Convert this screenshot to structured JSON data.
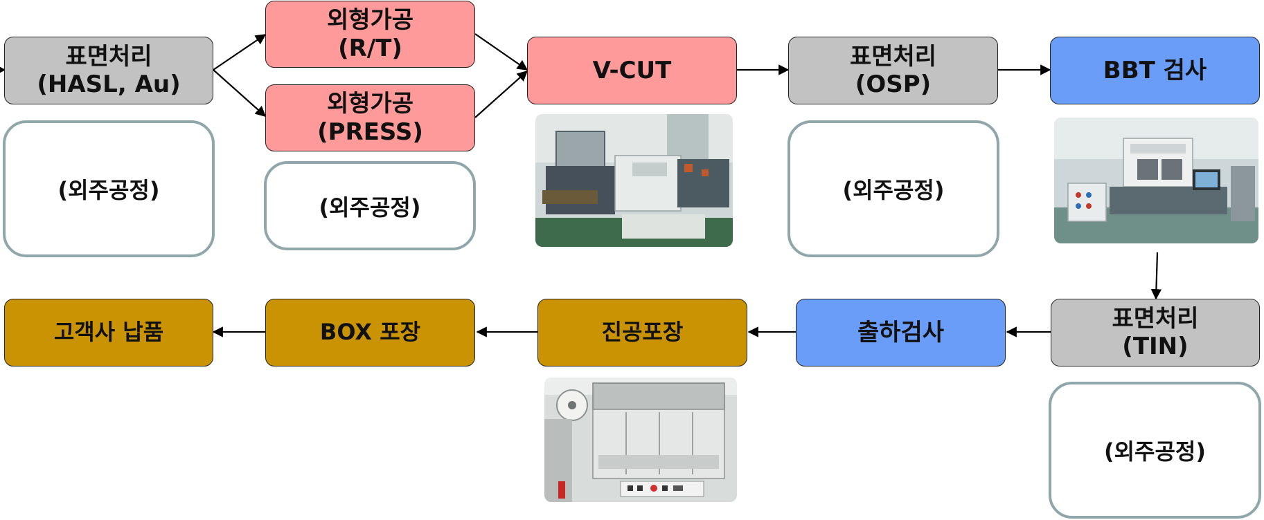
{
  "nodes": {
    "surface_hasl": [
      "표면처리",
      "(HASL, Au)"
    ],
    "routing_rt": [
      "외형가공",
      "(R/T)"
    ],
    "routing_press": [
      "외형가공",
      "(PRESS)"
    ],
    "vcut": "V-CUT",
    "surface_osp": [
      "표면처리",
      "(OSP)"
    ],
    "bbt": "BBT 검사",
    "surface_tin": [
      "표면처리",
      "(TIN)"
    ],
    "shipping_inspection": "출하검사",
    "vacuum_packing": "진공포장",
    "box_packing": "BOX 포장",
    "customer_delivery": "고객사 납품"
  },
  "notes": {
    "outsourced": "(외주공정)"
  },
  "colors": {
    "gray": "#c2c2c2",
    "pink": "#fe9a9a",
    "blue": "#6a9df8",
    "gold": "#c99303",
    "note_border": "#8fa6aa"
  },
  "photos": [
    "v-cut-machine-photo",
    "bbt-tester-photo",
    "vacuum-packing-machine-photo"
  ]
}
